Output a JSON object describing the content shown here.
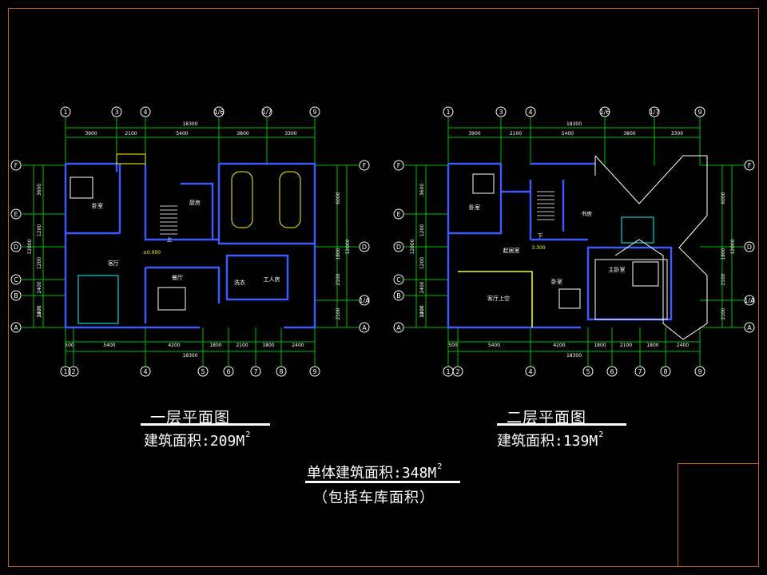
{
  "colors": {
    "background": "#000000",
    "frame": "#c8640a",
    "wall": "#3b5bff",
    "grid_line": "#00c000",
    "annotation": "#ffff00",
    "text": "#ffffff",
    "fixture": "#00ffff"
  },
  "plans": [
    {
      "id": "first-floor",
      "grid_top": [
        "1",
        "3",
        "4",
        "1/6",
        "1/7",
        "9"
      ],
      "grid_bottom": [
        "1",
        "2",
        "4",
        "5",
        "6",
        "7",
        "8",
        "9"
      ],
      "grid_left": [
        "F",
        "E",
        "D",
        "C",
        "B",
        "A"
      ],
      "grid_right": [
        "F",
        "D",
        "1/A",
        "A"
      ],
      "dims_top": [
        "3900",
        "2100",
        "5400",
        "3800",
        "3300"
      ],
      "dims_bottom": [
        "500",
        "5400",
        "4200",
        "1800",
        "2100",
        "1800",
        "2400"
      ],
      "total_width": "18300",
      "dims_left": [
        "3600",
        "1200",
        "1200",
        "2400",
        "1200",
        "2400"
      ],
      "total_left": "12000",
      "dims_right": [
        "6000",
        "1800",
        "2100",
        "2100"
      ],
      "total_right": "12000",
      "rooms": [
        "卧室",
        "厨房",
        "客厅",
        "餐厅",
        "洗衣",
        "工人房"
      ],
      "level": "±0.000",
      "stair_label": "上",
      "caption_title": "一层平面图",
      "caption_area": "建筑面积:209M",
      "caption_sup": "2"
    },
    {
      "id": "second-floor",
      "grid_top": [
        "1",
        "3",
        "4",
        "1/6",
        "1/7",
        "9"
      ],
      "grid_bottom": [
        "1",
        "2",
        "4",
        "5",
        "6",
        "7",
        "8",
        "9"
      ],
      "grid_left": [
        "F",
        "E",
        "D",
        "C",
        "B",
        "A"
      ],
      "grid_right": [
        "F",
        "D",
        "1/A",
        "A"
      ],
      "dims_top": [
        "3900",
        "2100",
        "5400",
        "3800",
        "3300"
      ],
      "dims_bottom": [
        "500",
        "5400",
        "4200",
        "1800",
        "2100",
        "1800",
        "2400"
      ],
      "total_width": "18300",
      "dims_left": [
        "3600",
        "1200",
        "1200",
        "2400",
        "1200",
        "2400"
      ],
      "total_left": "12000",
      "dims_right": [
        "6000",
        "1800",
        "2100",
        "2100"
      ],
      "total_right": "12000",
      "rooms": [
        "卧室",
        "书房",
        "起居室",
        "主卧室",
        "卧室",
        "客厅上空"
      ],
      "level": "3.300",
      "stair_label": "下",
      "caption_title": "二层平面图",
      "caption_area": "建筑面积:139M",
      "caption_sup": "2"
    }
  ],
  "summary": {
    "total_area": "单体建筑面积:348M",
    "total_sup": "2",
    "note": "（包括车库面积）"
  }
}
